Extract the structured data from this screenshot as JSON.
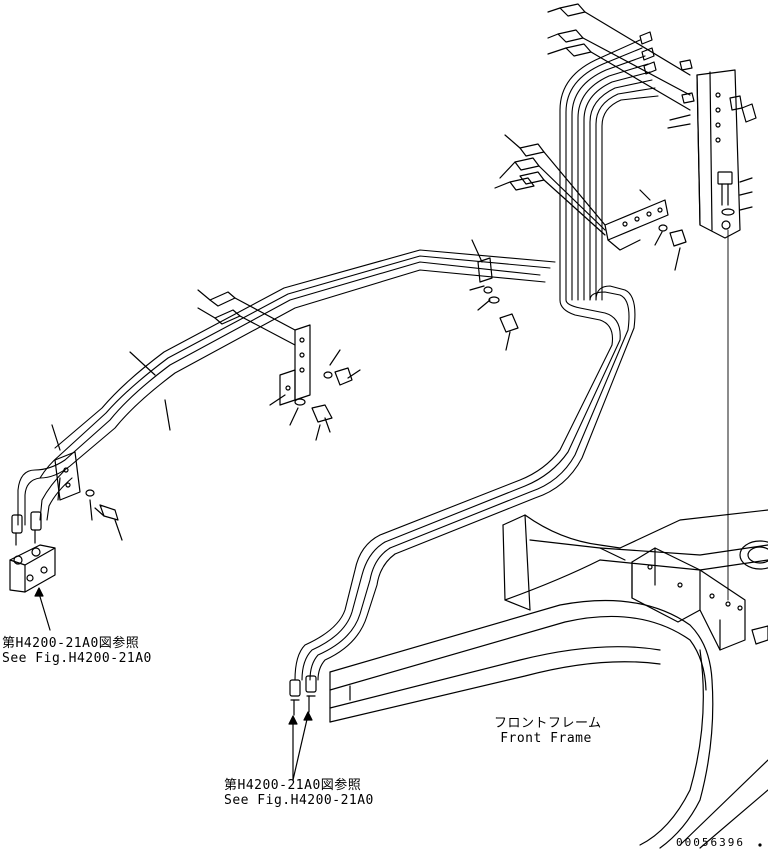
{
  "refs": [
    {
      "jp": "第H4200-21A0図参照",
      "en": "See Fig.H4200-21A0"
    },
    {
      "jp": "第H4200-21A0図参照",
      "en": "See Fig.H4200-21A0"
    }
  ],
  "frame_label": {
    "jp": "フロントフレーム",
    "en": "Front Frame"
  },
  "drawing_number": "00056396"
}
